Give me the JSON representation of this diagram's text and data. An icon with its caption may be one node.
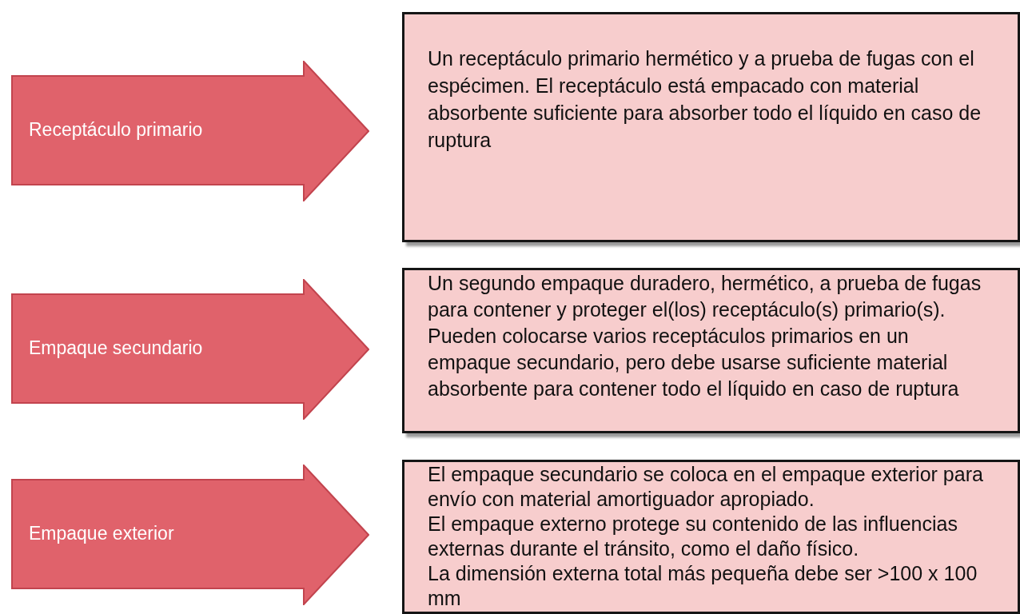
{
  "diagram": {
    "nodes": [
      {
        "text": [
          "Receptáculo primario"
        ]
      },
      {
        "text": [
          "Un receptáculo primario hermético y a prueba de fugas con el espécimen. El receptáculo está empacado con material absorbente suficiente para absorber todo el líquido en caso de ruptura"
        ]
      },
      {
        "text": [
          "Empaque secundario"
        ]
      },
      {
        "text": [
          "Un segundo empaque duradero, hermético, a prueba de fugas para contener y proteger el(los) receptáculo(s) primario(s). Pueden colocarse varios receptáculos primarios en un empaque secundario, pero debe usarse suficiente material absorbente para contener todo el líquido en caso de ruptura"
        ]
      },
      {
        "text": [
          "Empaque exterior"
        ]
      },
      {
        "text": [
          "El empaque secundario se coloca en el empaque exterior para envío con material amortiguador apropiado.",
          "El empaque externo protege su contenido de las influencias externas durante el tránsito, como el daño físico.",
          "La dimensión externa total más pequeña debe ser >100 x 100 mm"
        ]
      }
    ]
  }
}
